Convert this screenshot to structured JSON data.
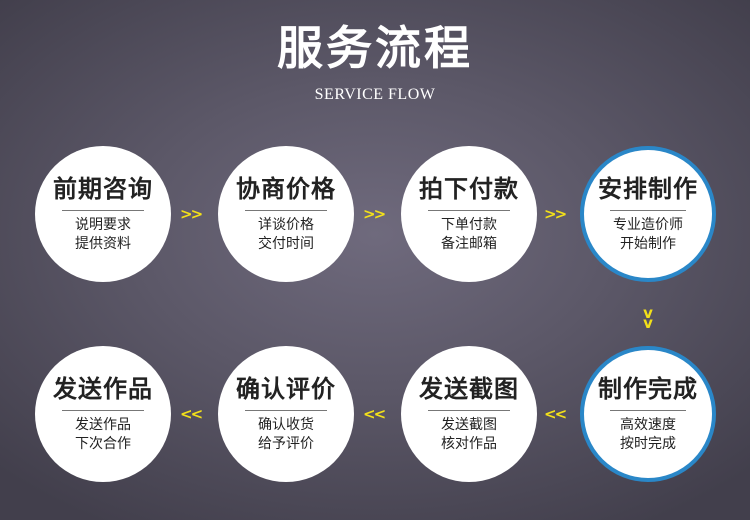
{
  "header": {
    "title": "服务流程",
    "subtitle": "SERVICE FLOW"
  },
  "steps": [
    {
      "title": "前期咨询",
      "line1": "说明要求",
      "line2": "提供资料"
    },
    {
      "title": "协商价格",
      "line1": "详谈价格",
      "line2": "交付时间"
    },
    {
      "title": "拍下付款",
      "line1": "下单付款",
      "line2": "备注邮箱"
    },
    {
      "title": "安排制作",
      "line1": "专业造价师",
      "line2": "开始制作"
    },
    {
      "title": "制作完成",
      "line1": "高效速度",
      "line2": "按时完成"
    },
    {
      "title": "发送截图",
      "line1": "发送截图",
      "line2": "核对作品"
    },
    {
      "title": "确认评价",
      "line1": "确认收货",
      "line2": "给予评价"
    },
    {
      "title": "发送作品",
      "line1": "发送作品",
      "line2": "下次合作"
    }
  ],
  "arrows": {
    "right": ">>",
    "left": "<<",
    "down": "v"
  },
  "colors": {
    "accent_border": "#2a87c8",
    "arrow": "#f2e01a",
    "background": "#5c5868"
  }
}
